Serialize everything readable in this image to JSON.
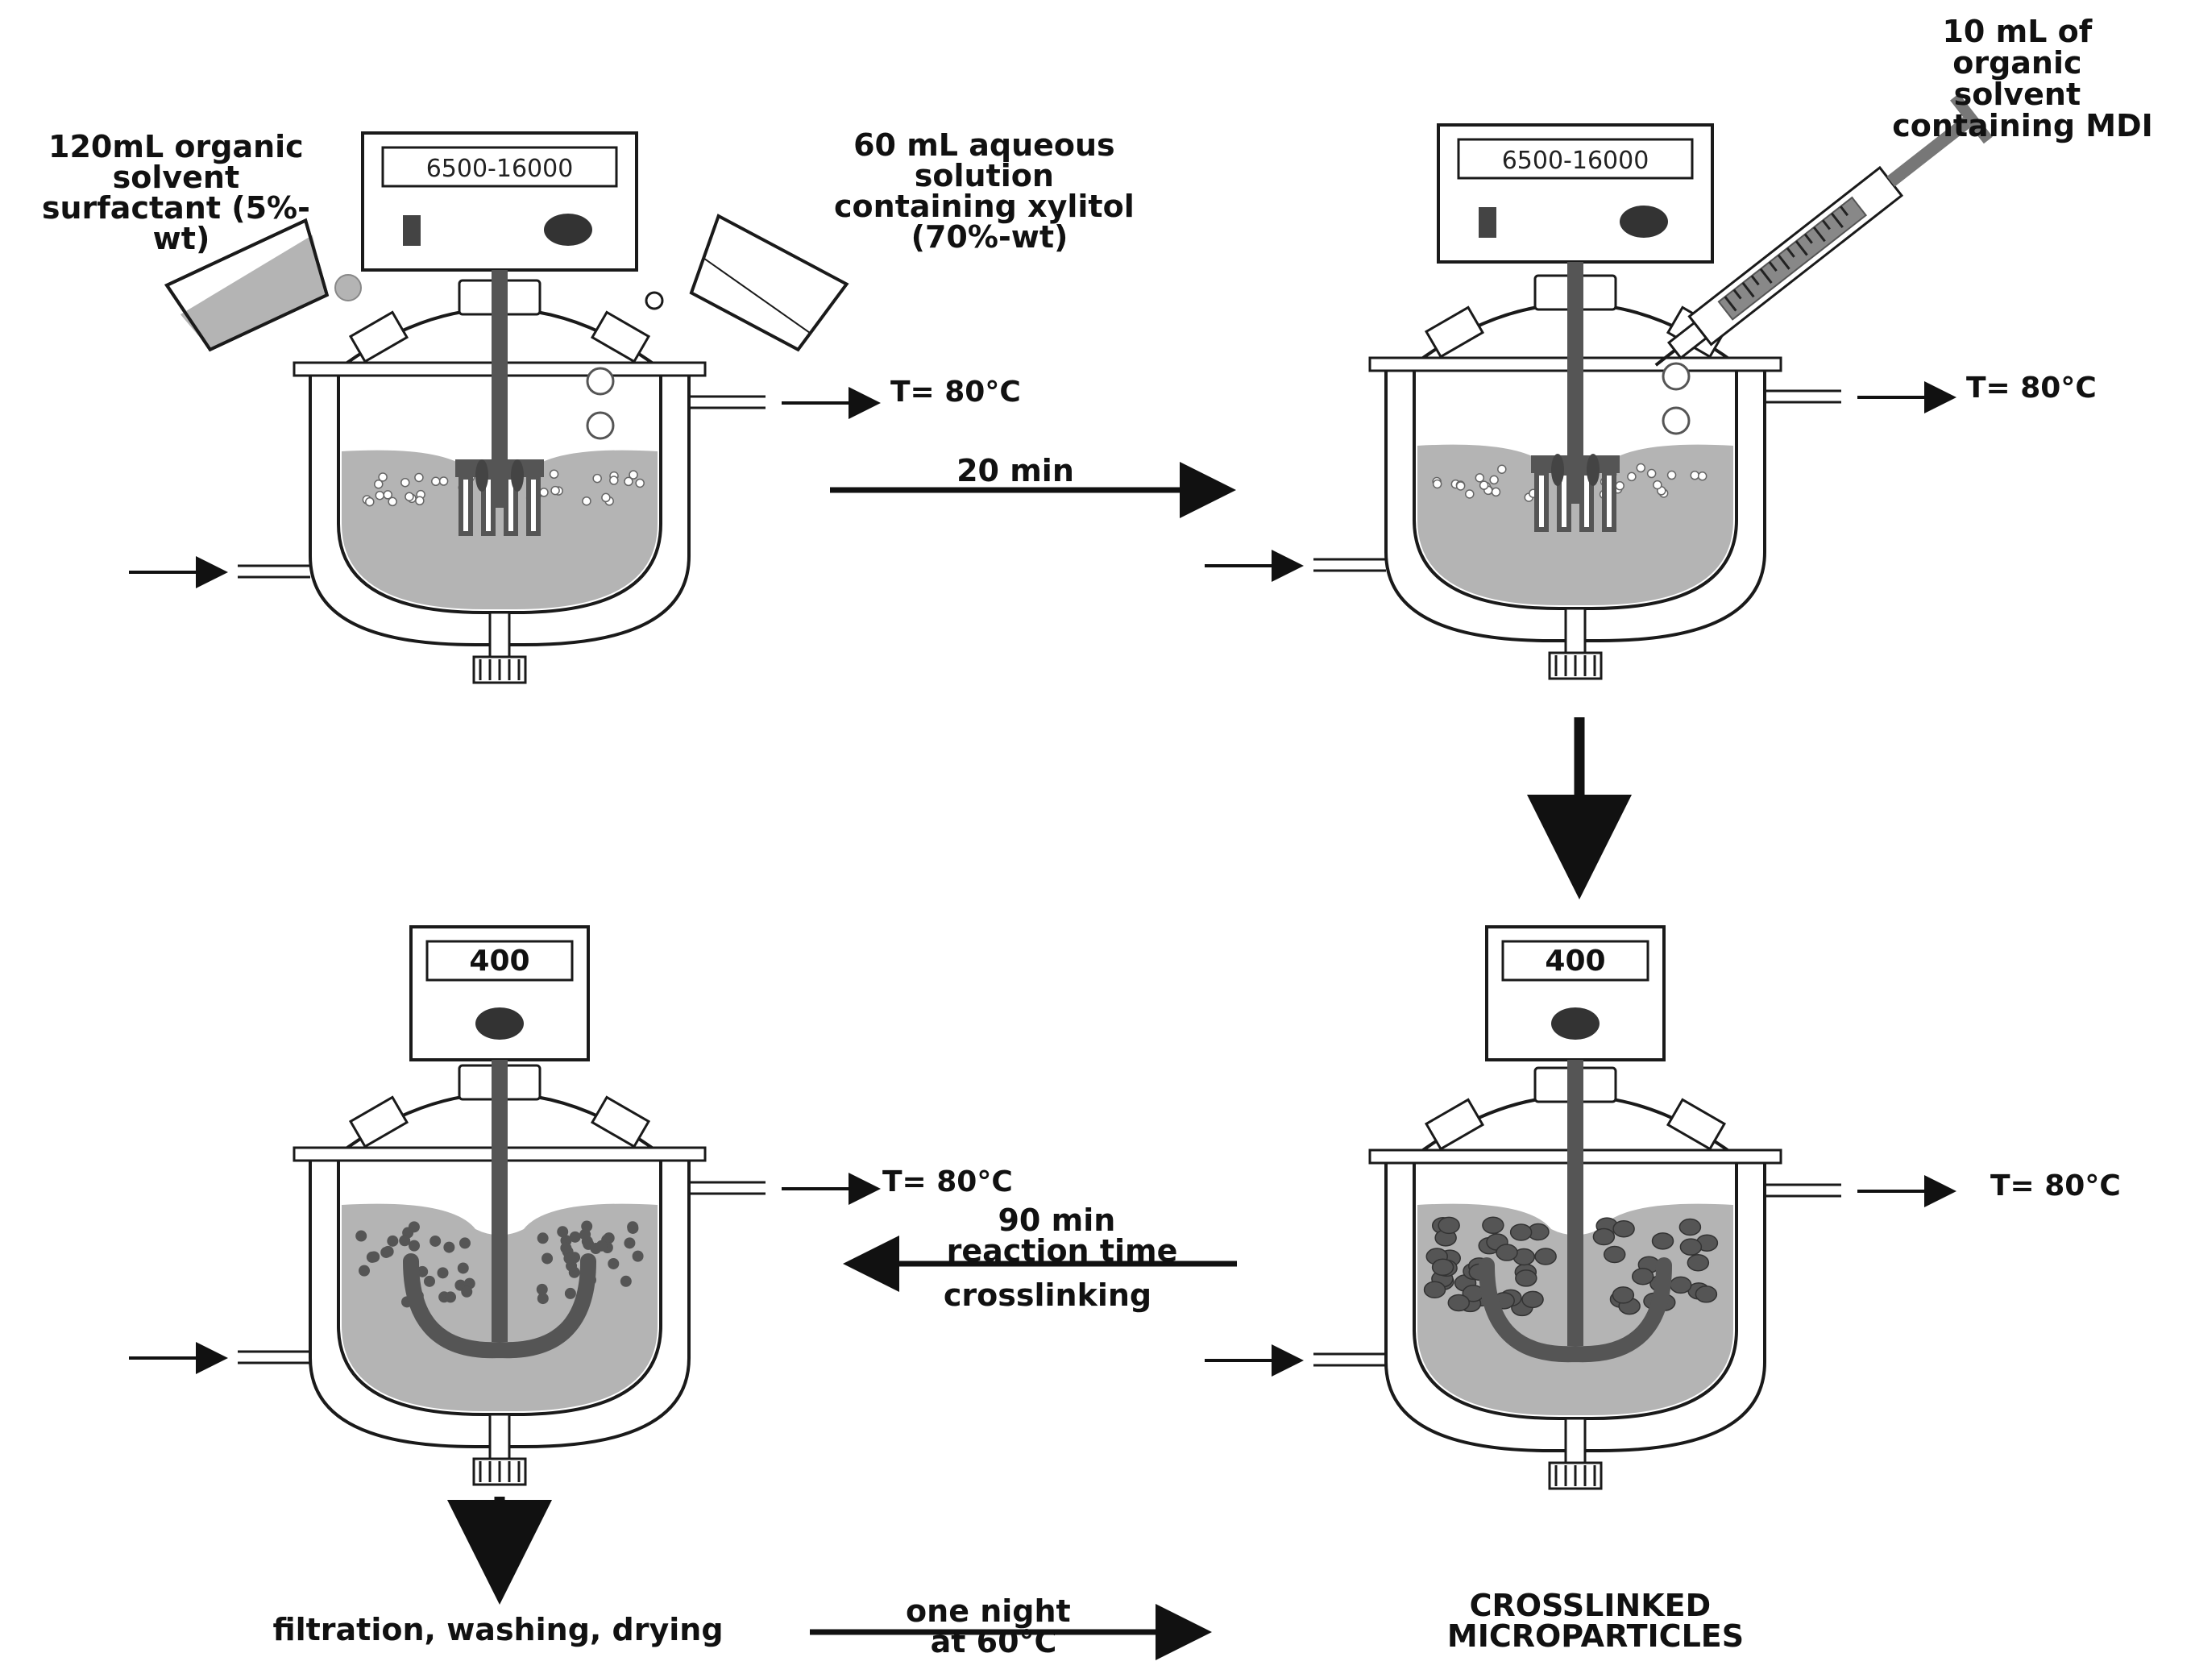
{
  "labels": {
    "organic_solvent": [
      "120mL organic",
      "solvent",
      "surfactant (5%-",
      "wt)"
    ],
    "aqueous_solution": [
      "60 mL aqueous",
      "solution",
      "containing xylitol",
      "(70%-wt)"
    ],
    "mdi_solvent": [
      "10 mL of",
      "organic",
      "solvent",
      "containing MDI"
    ],
    "temperature": "T= 80°C",
    "step1_time": "20 min",
    "step3_time": [
      "90 min",
      "reaction time"
    ],
    "step3_caption": "crosslinking",
    "final_step": "filtration, washing, drying",
    "final_condition": [
      "one night",
      "at 60°C"
    ],
    "product": [
      "CROSSLINKED",
      "MICROPARTICLES"
    ]
  },
  "reactors": [
    {
      "name": "reactor-emulsification",
      "speed": "6500-16000",
      "impeller": "turbine",
      "particles": "droplets"
    },
    {
      "name": "reactor-mdi-addition",
      "speed": "6500-16000",
      "impeller": "turbine",
      "particles": "droplets"
    },
    {
      "name": "reactor-crosslinking",
      "speed": "400",
      "impeller": "anchor",
      "particles": "small"
    },
    {
      "name": "reactor-final",
      "speed": "400",
      "impeller": "anchor",
      "particles": "large"
    }
  ],
  "colors": {
    "liquid": "#b4b4b4",
    "outline": "#1a1a1a",
    "shaft": "#555555",
    "particle_dark": "#555555"
  }
}
